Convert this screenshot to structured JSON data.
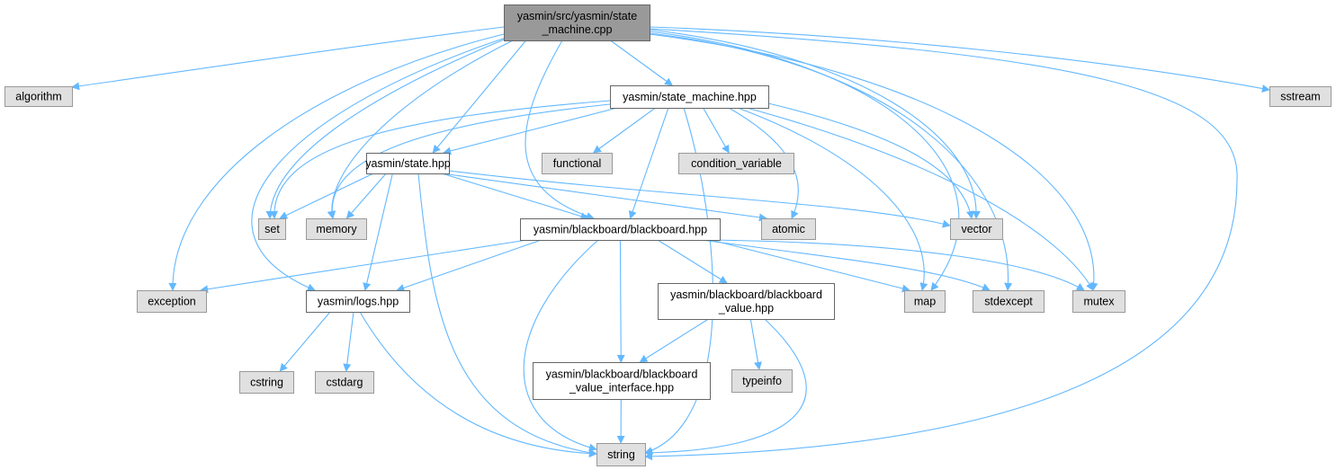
{
  "colors": {
    "edge": "#63b8ff",
    "root_fill": "#999999",
    "root_stroke": "#666666",
    "header_fill": "#e0e0e0",
    "header_stroke": "#999999",
    "file_fill": "#ffffff",
    "file_stroke": "#666666"
  },
  "nodes": [
    {
      "id": "root",
      "kind": "root",
      "lines": [
        "yasmin/src/yasmin/state",
        "_machine.cpp"
      ]
    },
    {
      "id": "algorithm",
      "kind": "system",
      "lines": [
        "algorithm"
      ]
    },
    {
      "id": "sstream",
      "kind": "system",
      "lines": [
        "sstream"
      ]
    },
    {
      "id": "smhpp",
      "kind": "file",
      "lines": [
        "yasmin/state_machine.hpp"
      ]
    },
    {
      "id": "statehpp",
      "kind": "file",
      "lines": [
        "yasmin/state.hpp"
      ]
    },
    {
      "id": "functional",
      "kind": "system",
      "lines": [
        "functional"
      ]
    },
    {
      "id": "condvar",
      "kind": "system",
      "lines": [
        "condition_variable"
      ]
    },
    {
      "id": "set",
      "kind": "system",
      "lines": [
        "set"
      ]
    },
    {
      "id": "memory",
      "kind": "system",
      "lines": [
        "memory"
      ]
    },
    {
      "id": "bbhpp",
      "kind": "file",
      "lines": [
        "yasmin/blackboard/blackboard.hpp"
      ]
    },
    {
      "id": "atomic",
      "kind": "system",
      "lines": [
        "atomic"
      ]
    },
    {
      "id": "vector",
      "kind": "system",
      "lines": [
        "vector"
      ]
    },
    {
      "id": "exception",
      "kind": "system",
      "lines": [
        "exception"
      ]
    },
    {
      "id": "logshpp",
      "kind": "file",
      "lines": [
        "yasmin/logs.hpp"
      ]
    },
    {
      "id": "bbvalue",
      "kind": "file",
      "lines": [
        "yasmin/blackboard/blackboard",
        "_value.hpp"
      ]
    },
    {
      "id": "map",
      "kind": "system",
      "lines": [
        "map"
      ]
    },
    {
      "id": "stdexcept",
      "kind": "system",
      "lines": [
        "stdexcept"
      ]
    },
    {
      "id": "mutex",
      "kind": "system",
      "lines": [
        "mutex"
      ]
    },
    {
      "id": "cstring",
      "kind": "system",
      "lines": [
        "cstring"
      ]
    },
    {
      "id": "cstdarg",
      "kind": "system",
      "lines": [
        "cstdarg"
      ]
    },
    {
      "id": "bbvi",
      "kind": "file",
      "lines": [
        "yasmin/blackboard/blackboard",
        "_value_interface.hpp"
      ]
    },
    {
      "id": "typeinfo",
      "kind": "system",
      "lines": [
        "typeinfo"
      ]
    },
    {
      "id": "string",
      "kind": "system",
      "lines": [
        "string"
      ]
    }
  ],
  "edges": [
    [
      "root",
      "algorithm"
    ],
    [
      "root",
      "sstream"
    ],
    [
      "root",
      "smhpp"
    ],
    [
      "root",
      "statehpp"
    ],
    [
      "root",
      "bbhpp"
    ],
    [
      "root",
      "set"
    ],
    [
      "root",
      "memory"
    ],
    [
      "root",
      "exception"
    ],
    [
      "root",
      "logshpp"
    ],
    [
      "root",
      "vector"
    ],
    [
      "root",
      "map"
    ],
    [
      "root",
      "stdexcept"
    ],
    [
      "root",
      "mutex"
    ],
    [
      "root",
      "string"
    ],
    [
      "smhpp",
      "statehpp"
    ],
    [
      "smhpp",
      "functional"
    ],
    [
      "smhpp",
      "condvar"
    ],
    [
      "smhpp",
      "set"
    ],
    [
      "smhpp",
      "memory"
    ],
    [
      "smhpp",
      "bbhpp"
    ],
    [
      "smhpp",
      "atomic"
    ],
    [
      "smhpp",
      "vector"
    ],
    [
      "smhpp",
      "map"
    ],
    [
      "smhpp",
      "mutex"
    ],
    [
      "smhpp",
      "string"
    ],
    [
      "statehpp",
      "set"
    ],
    [
      "statehpp",
      "memory"
    ],
    [
      "statehpp",
      "bbhpp"
    ],
    [
      "statehpp",
      "atomic"
    ],
    [
      "statehpp",
      "vector"
    ],
    [
      "statehpp",
      "logshpp"
    ],
    [
      "statehpp",
      "string"
    ],
    [
      "bbhpp",
      "exception"
    ],
    [
      "bbhpp",
      "logshpp"
    ],
    [
      "bbhpp",
      "bbvalue"
    ],
    [
      "bbhpp",
      "bbvi"
    ],
    [
      "bbhpp",
      "map"
    ],
    [
      "bbhpp",
      "stdexcept"
    ],
    [
      "bbhpp",
      "mutex"
    ],
    [
      "bbhpp",
      "string"
    ],
    [
      "logshpp",
      "cstring"
    ],
    [
      "logshpp",
      "cstdarg"
    ],
    [
      "logshpp",
      "string"
    ],
    [
      "bbvalue",
      "bbvi"
    ],
    [
      "bbvalue",
      "typeinfo"
    ],
    [
      "bbvalue",
      "string"
    ],
    [
      "bbvi",
      "string"
    ]
  ]
}
